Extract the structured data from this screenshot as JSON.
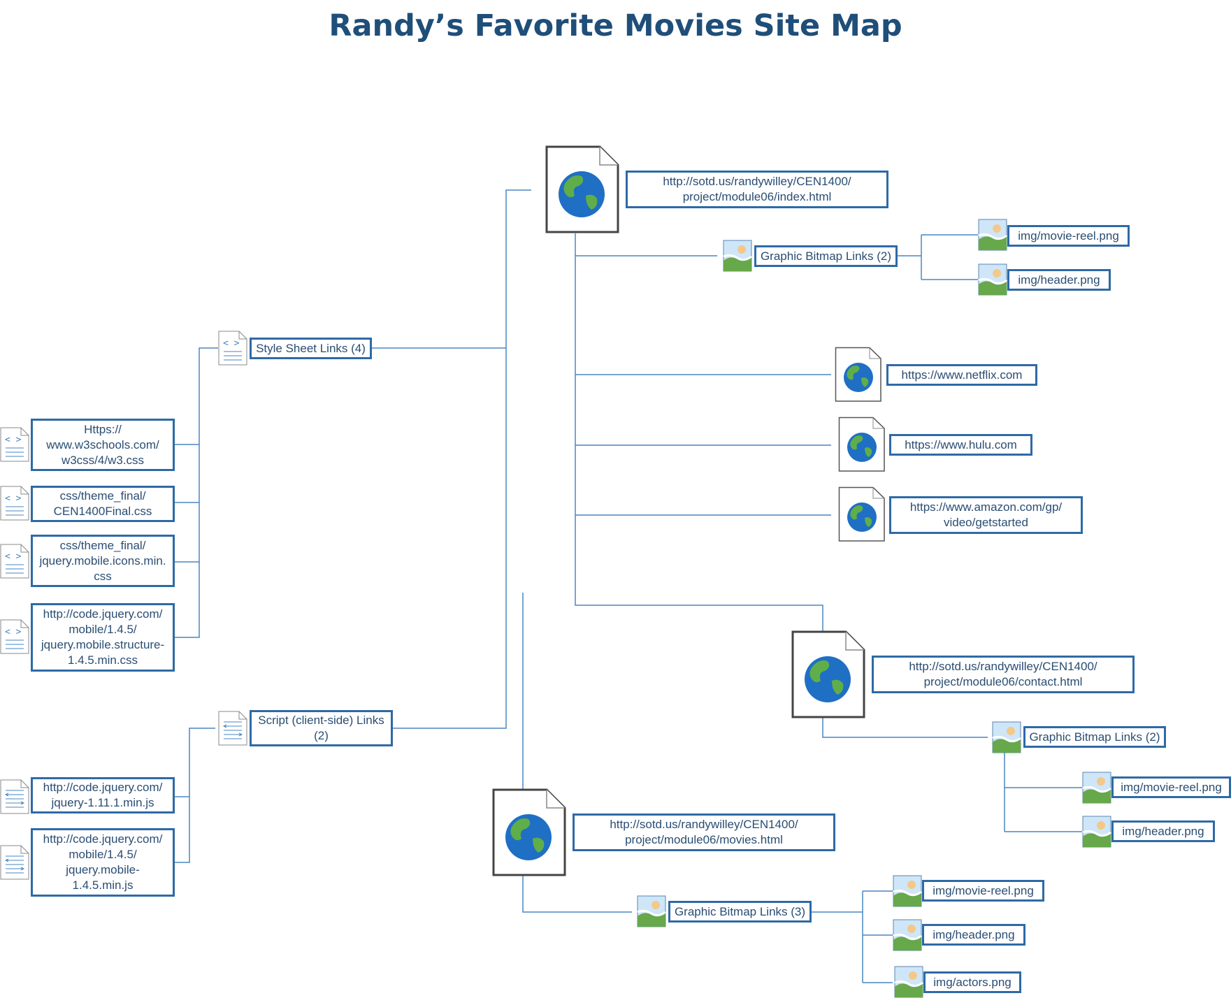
{
  "title": "Randy’s Favorite Movies Site Map",
  "colors": {
    "title": "#1f4e79",
    "box_border": "#2e6aa6",
    "box_text": "#2a4d73",
    "line": "#4a86c0"
  },
  "nodes": {
    "index_page": "http://sotd.us/randywilley/CEN1400/\nproject/module06/index.html",
    "index_bitmaps": "Graphic Bitmap Links (2)",
    "index_img_1": "img/movie-reel.png",
    "index_img_2": "img/header.png",
    "stylesheets": "Style Sheet Links (4)",
    "css_1": "Https://\nwww.w3schools.com/\nw3css/4/w3.css",
    "css_2": "css/theme_final/\nCEN1400Final.css",
    "css_3": "css/theme_final/\njquery.mobile.icons.min.\ncss",
    "css_4": "http://code.jquery.com/\nmobile/1.4.5/\njquery.mobile.structure-\n1.4.5.min.css",
    "scripts": "Script (client-side) Links\n(2)",
    "js_1": "http://code.jquery.com/\njquery-1.11.1.min.js",
    "js_2": "http://code.jquery.com/\nmobile/1.4.5/\njquery.mobile-\n1.4.5.min.js",
    "netflix": "https://www.netflix.com",
    "hulu": "https://www.hulu.com",
    "amazon": "https://www.amazon.com/gp/\nvideo/getstarted",
    "contact_page": "http://sotd.us/randywilley/CEN1400/\nproject/module06/contact.html",
    "contact_bitmaps": "Graphic Bitmap Links (2)",
    "contact_img_1": "img/movie-reel.png",
    "contact_img_2": "img/header.png",
    "movies_page": "http://sotd.us/randywilley/CEN1400/\nproject/module06/movies.html",
    "movies_bitmaps": "Graphic Bitmap Links (3)",
    "movies_img_1": "img/movie-reel.png",
    "movies_img_2": "img/header.png",
    "movies_img_3": "img/actors.png"
  },
  "icons": {
    "page": "web-page-globe-icon",
    "bitmap": "bitmap-image-icon",
    "stylesheet": "stylesheet-code-icon",
    "script": "script-code-icon"
  }
}
